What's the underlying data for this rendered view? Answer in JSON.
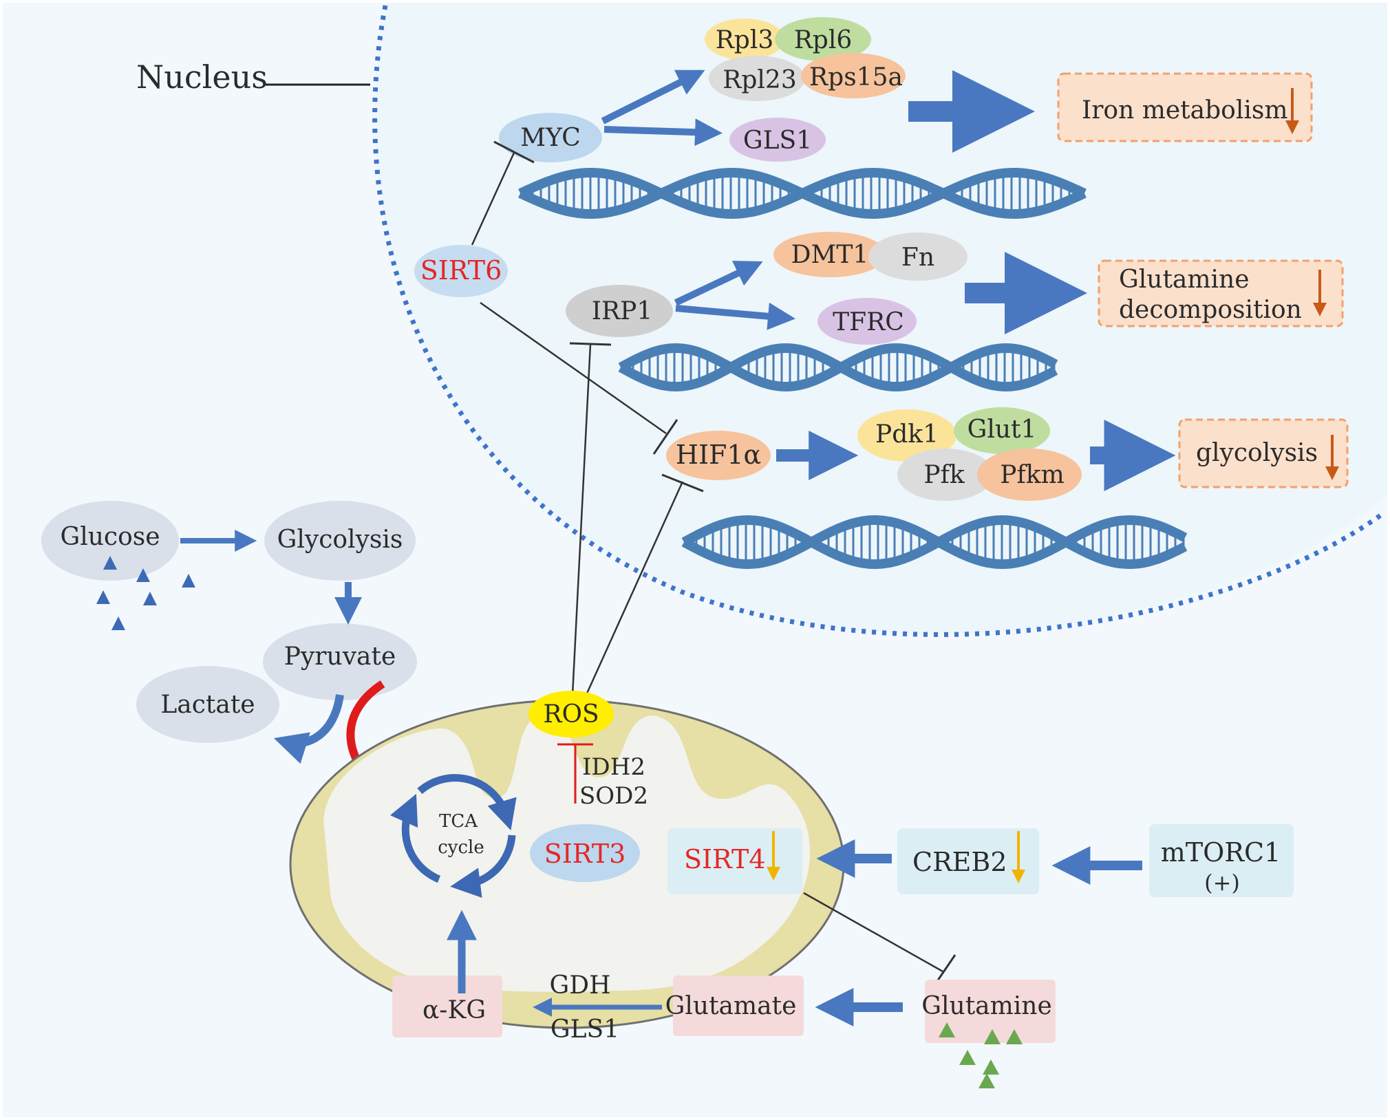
{
  "labels": {
    "nucleus": "Nucleus",
    "myc": "MYC",
    "rpl13": "Rpl3",
    "rpl6": "Rpl6",
    "rpl23": "Rpl23",
    "rps15a": "Rps15a",
    "gls1_nuc": "GLS1",
    "sirt6": "SIRT6",
    "dmt1": "DMT1",
    "fn": "Fn",
    "irp1": "IRP1",
    "tfrc": "TFRC",
    "hif1a": "HIF1α",
    "pdk1": "Pdk1",
    "glut1": "Glut1",
    "pfk": "Pfk",
    "pfkm": "Pfkm",
    "glucose": "Glucose",
    "glycolysis_node": "Glycolysis",
    "pyruvate": "Pyruvate",
    "lactate": "Lactate",
    "ros": "ROS",
    "idh2": "IDH2",
    "sod2": "SOD2",
    "sirt3": "SIRT3",
    "tca_line1": "TCA",
    "tca_line2": "cycle",
    "sirt4": "SIRT4",
    "creb2": "CREB2",
    "mtorc1": "mTORC1",
    "mtorc1_plus": "(+)",
    "gdh": "GDH",
    "gls1_mito": "GLS1",
    "akg": "α-KG",
    "glutamate": "Glutamate",
    "glutamine": "Glutamine"
  },
  "outcomes": {
    "iron": "Iron metabolism",
    "glutamine_line1": "Glutamine",
    "glutamine_line2": "decomposition",
    "glycolysis": "glycolysis"
  },
  "colors": {
    "arrow_blue": "#4a78c0",
    "dna_blue": "#4a7fb5",
    "sirt_red": "#e52626",
    "ros_yellow": "#ffee00",
    "down_arrow_orange": "#c85a17",
    "down_arrow_yellow": "#f0b400",
    "mito_outer": "#e6dfa6",
    "nucleus_dots": "#3f74c8",
    "triangle_glucose": "#3d6ab4",
    "triangle_glutamine": "#6aa84f"
  }
}
